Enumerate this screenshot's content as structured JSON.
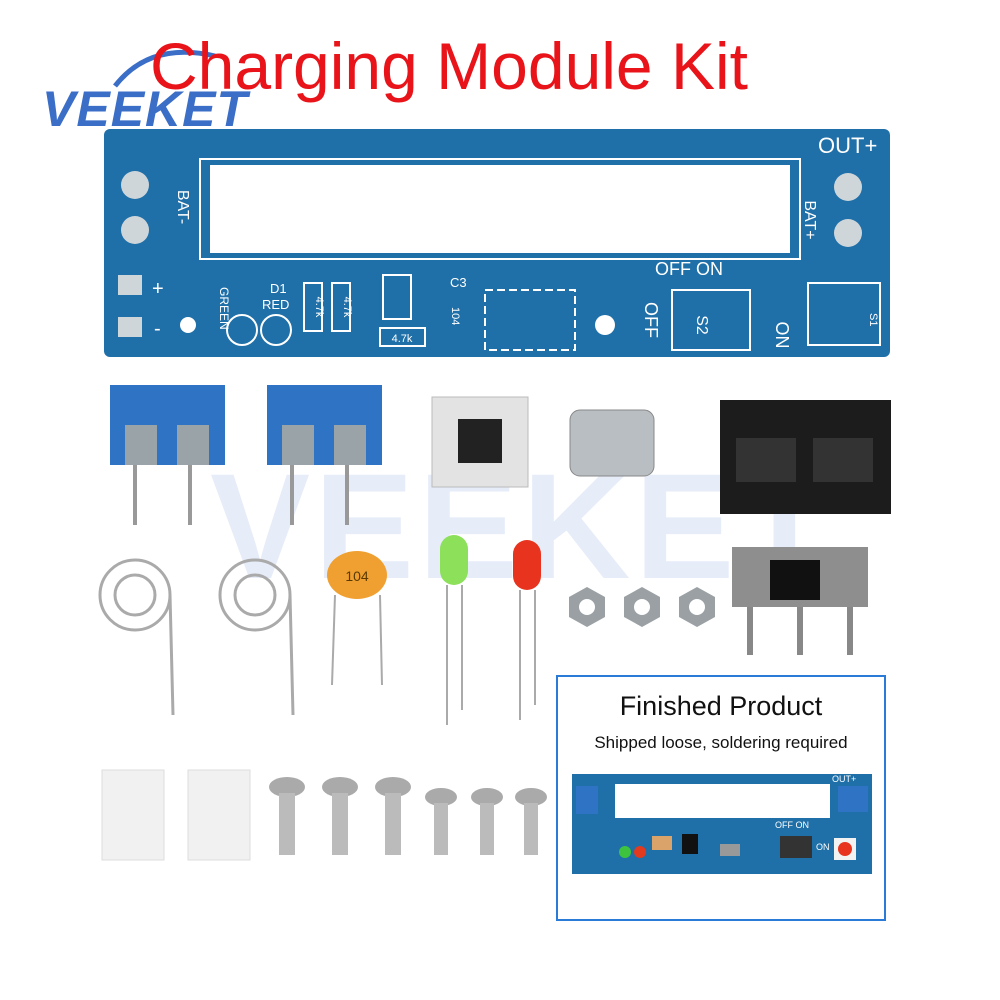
{
  "header": {
    "title": "Charging Module Kit",
    "brand": "VEEKET",
    "watermark": "VEEKET"
  },
  "pcb": {
    "labels": {
      "out_plus": "OUT+",
      "bat_minus": "BAT-",
      "bat_plus": "BAT+",
      "plus": "+",
      "minus": "-",
      "green": "GREEN",
      "d1": "D1",
      "red": "RED",
      "r1": "4.7k",
      "r2": "4.7k",
      "r3": "4.7k",
      "c3": "C3",
      "cap": "104",
      "off_on": "OFF ON",
      "off": "OFF",
      "on": "ON",
      "s2": "S2",
      "s1": "S1"
    },
    "colors": {
      "board": "#1f6fa8",
      "silk": "#ffffff",
      "pad": "#cfd6da"
    }
  },
  "components": {
    "capacitor_label": "104",
    "items": [
      "terminal-block",
      "terminal-block",
      "push-switch",
      "usb-c-connector",
      "ic-chip-pair",
      "slide-switch",
      "spring",
      "spring",
      "ceramic-capacitor",
      "green-led",
      "red-led",
      "hex-nut",
      "hex-nut",
      "hex-nut",
      "nylon-spacer",
      "nylon-spacer",
      "screw",
      "screw",
      "screw",
      "screw",
      "screw",
      "screw"
    ]
  },
  "inset": {
    "title": "Finished Product",
    "subtitle": "Shipped loose, soldering required",
    "out_plus": "OUT+",
    "off_on": "OFF ON",
    "on": "ON"
  }
}
